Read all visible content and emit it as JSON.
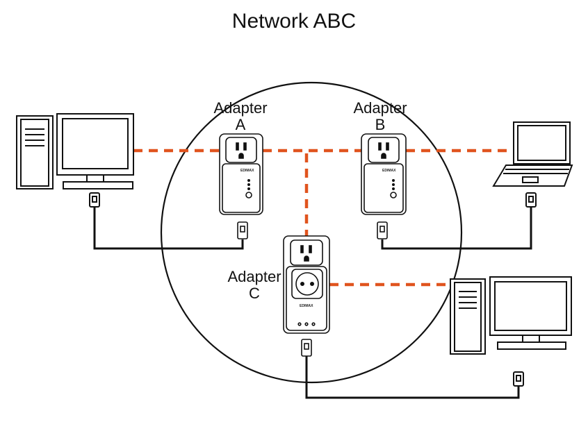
{
  "title": "Network ABC",
  "adapters": {
    "a": {
      "line1": "Adapter",
      "line2": "A"
    },
    "b": {
      "line1": "Adapter",
      "line2": "B"
    },
    "c": {
      "line1": "Adapter",
      "line2": "C"
    }
  },
  "brand_text": "EDIMAX",
  "colors": {
    "powerline": "#e0541e",
    "ethernet": "#111111",
    "outline": "#111111",
    "background": "#ffffff"
  }
}
